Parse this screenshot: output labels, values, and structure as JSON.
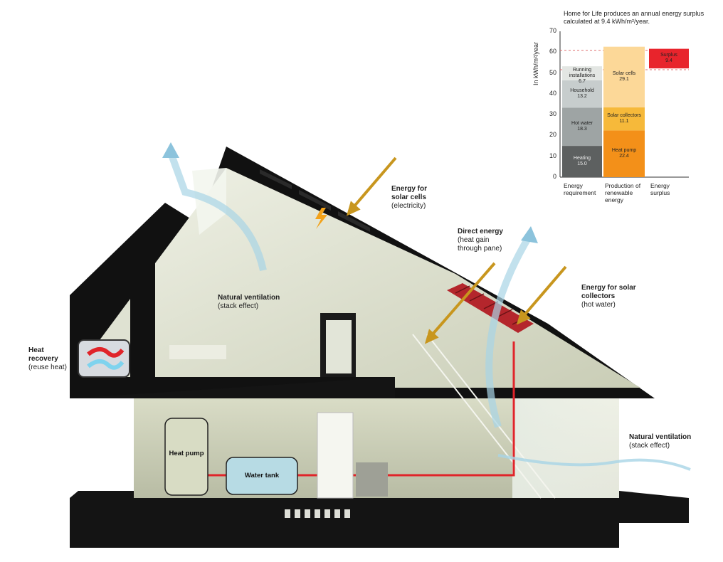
{
  "labels": {
    "solar_cells": {
      "title": "Energy for solar cells",
      "sub": "(electricity)"
    },
    "direct_energy": {
      "title": "Direct energy",
      "sub": "(heat gain through pane)"
    },
    "natural_ventilation_upper": {
      "title": "Natural ventilation",
      "sub": "(stack effect)"
    },
    "solar_collectors": {
      "title": "Energy for solar collectors",
      "sub": "(hot water)"
    },
    "heat_recovery": {
      "title": "Heat recovery",
      "sub": "(reuse heat)"
    },
    "natural_ventilation_right": {
      "title": "Natural ventilation",
      "sub": "(stack effect)"
    },
    "heat_pump": "Heat pump",
    "water_tank": "Water tank"
  },
  "colors": {
    "roof": "#111111",
    "interior": "#dfe3d0",
    "pipe": "#e0242a",
    "arrow_gold": "#c8961e",
    "air_blue": "#a8d4e6"
  },
  "chart_data": {
    "type": "stacked-bar",
    "note": "Home for Life produces an annual energy surplus calculated at 9.4 kWh/m²/year.",
    "ylabel": "In kWh/m²/year",
    "ylim": [
      0,
      70
    ],
    "yticks": [
      "0",
      "10",
      "20",
      "30",
      "40",
      "50",
      "60",
      "70"
    ],
    "categories": [
      "Energy requirement",
      "Production of renewable energy",
      "Energy surplus"
    ],
    "bars": [
      {
        "category": "Energy requirement",
        "segments": [
          {
            "label": "Heating",
            "value": 15.0,
            "value_text": "15.0",
            "color": "#5d6060"
          },
          {
            "label": "Hot water",
            "value": 18.3,
            "value_text": "18.3",
            "color": "#9ea4a4"
          },
          {
            "label": "Household",
            "value": 13.2,
            "value_text": "13.2",
            "color": "#c7cdcd"
          },
          {
            "label": "Running installations",
            "value": 6.7,
            "value_text": "6.7",
            "color": "#e3e6e3"
          }
        ]
      },
      {
        "category": "Production of renewable energy",
        "segments": [
          {
            "label": "Heat pump",
            "value": 22.4,
            "value_text": "22.4",
            "color": "#f39019"
          },
          {
            "label": "Solar collectors",
            "value": 11.1,
            "value_text": "11.1",
            "color": "#f6b93a"
          },
          {
            "label": "Solar cells",
            "value": 29.1,
            "value_text": "29.1",
            "color": "#fcd898"
          }
        ]
      },
      {
        "category": "Energy surplus",
        "segments": [
          {
            "label": "Surplus",
            "value": 9.4,
            "value_text": "9.4",
            "base": 52.2,
            "color": "#e8242c"
          }
        ]
      }
    ]
  }
}
